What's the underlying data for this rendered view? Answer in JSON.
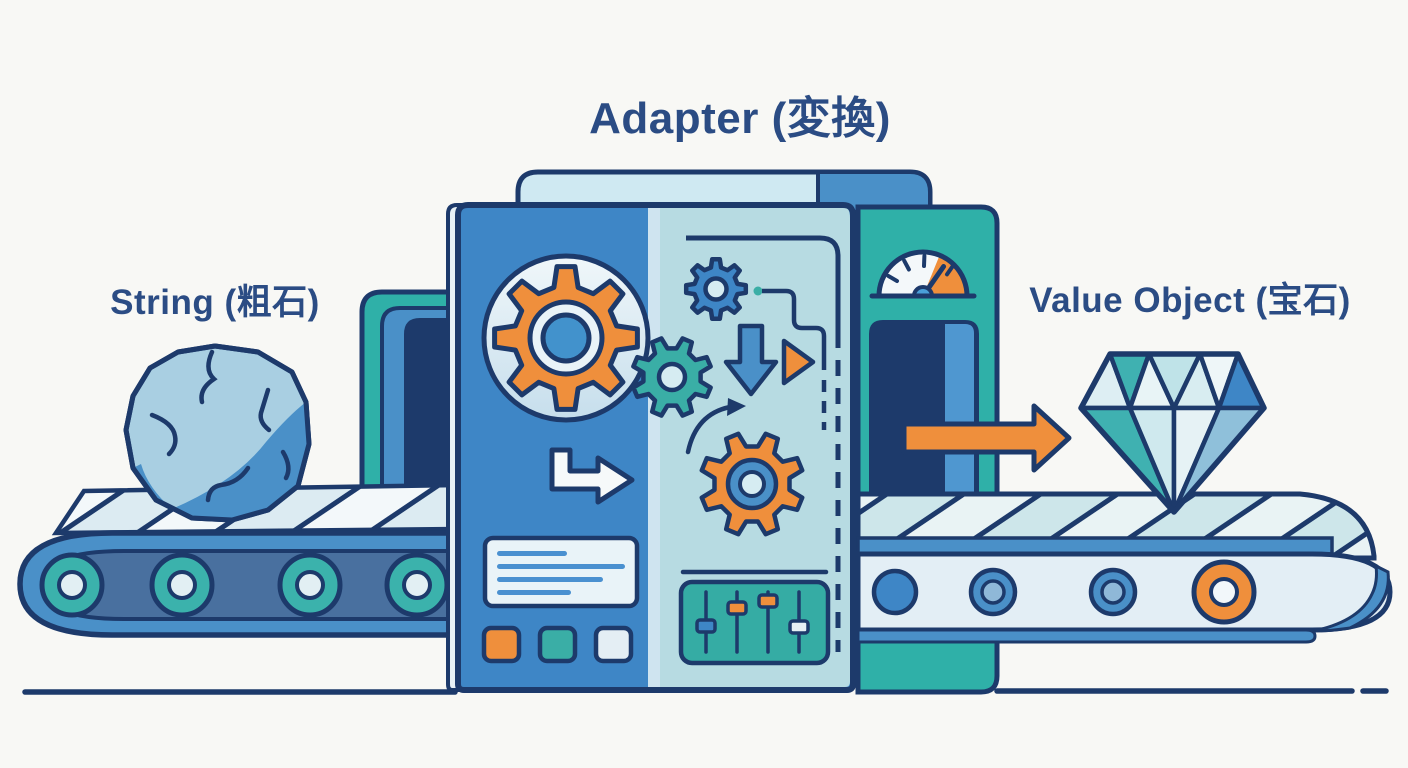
{
  "diagram": {
    "title": "Adapter (変換)",
    "input": {
      "label": "String (粗石)",
      "icon": "rock-icon"
    },
    "output": {
      "label": "Value Object (宝石)",
      "icon": "diamond-icon"
    },
    "machine": {
      "name": "adapter-machine",
      "icons": [
        "gear-icon-large-orange",
        "gear-icon-teal",
        "gear-icon-blue",
        "gear-icon-orange",
        "gauge-icon",
        "corner-arrow-icon",
        "down-arrow-icon",
        "play-triangle-icon",
        "curved-arrow-icon",
        "code-lines-icon",
        "buttons-row",
        "sliders-icon",
        "feed-port",
        "exit-port",
        "output-arrow-icon",
        "conveyor-belt-left",
        "conveyor-belt-right"
      ]
    }
  },
  "colors": {
    "background": "#f8f8f5",
    "outline_navy": "#1d3a6b",
    "text_navy": "#2b4c84",
    "machine_blue": "#3e86c6",
    "accent_blue": "#4a90c8",
    "panel_pale": "#b7dbe2",
    "tab_pale": "#cfe9f2",
    "machine_teal": "#2fb0a8",
    "accent_teal": "#3aaea6",
    "accent_orange": "#ef8f3c",
    "belt_inner": "#49709f",
    "rock_light": "#a9cfe2",
    "rock_shade": "#4a90c8"
  }
}
